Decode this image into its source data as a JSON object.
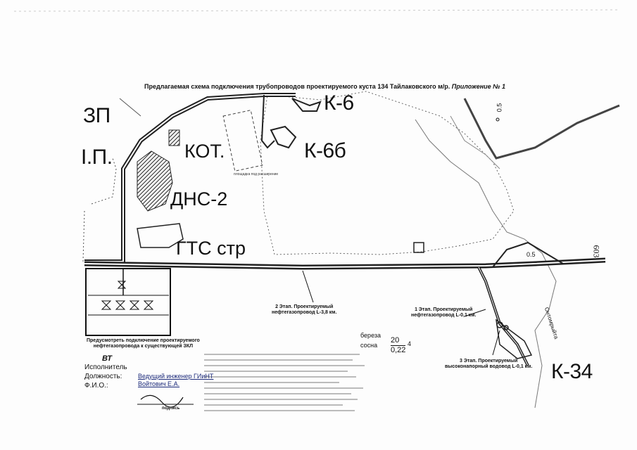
{
  "map": {
    "title_main": "Предлагаемая схема подключения трубопроводов проектируемого куста 134 Тайлаковского м/р.",
    "title_appendix": "Приложение № 1",
    "page_number": "603",
    "labels": {
      "zp": "ЗП",
      "ip": "І.П.",
      "k6": "К-6",
      "k6b": "К-6б",
      "kot": "КОТ.",
      "dns2": "ДНС-2",
      "gts": "ГТС стр",
      "k34": "К-34",
      "val_05_top": "0.5",
      "val_05_mid": "0.5",
      "small_area": "площадка под расширение",
      "river": "Онтомрыйта"
    },
    "pipes": {
      "stage2_title": "2 Этап. Проектируемый",
      "stage2_desc": "нефтегазопровод L-3,8 км.",
      "stage1_title": "1 Этап. Проектируемый",
      "stage1_desc": "нефтегазопровод L-0,1 км.",
      "stage3_title": "3 Этап. Проектируемый",
      "stage3_desc": "высоконапорный водовод L-0,1 км."
    },
    "connection_note_1": "Предусмотреть подключение проектируемого",
    "connection_note_2": "нефтегазопровода к существующей ЗКЛ",
    "tree": {
      "label_1": "береза",
      "label_2": "сосна",
      "numerator": "20",
      "denominator": "0,22",
      "side": "4"
    }
  },
  "signature": {
    "initials": "ВТ",
    "executor_label": "Исполнитель",
    "position_label": "Должность:",
    "name_label": "Ф.И.О.:",
    "position_value": "Ведущий инженер ГИиНТ",
    "name_value": "Войтович Е.А.",
    "sign_label": "подпись"
  }
}
